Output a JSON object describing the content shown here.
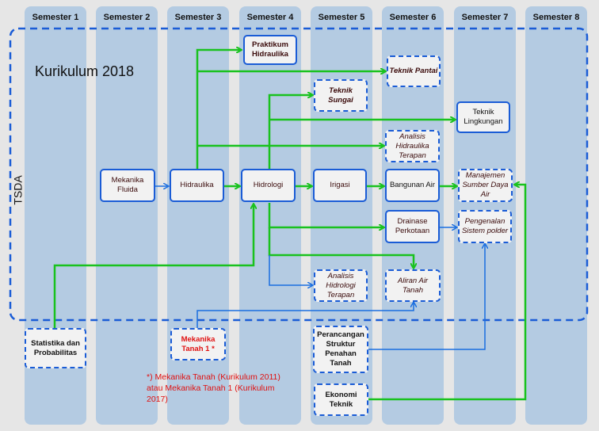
{
  "semesters": [
    "Semester 1",
    "Semester 2",
    "Semester 3",
    "Semester 4",
    "Semester 5",
    "Semester 6",
    "Semester 7",
    "Semester 8"
  ],
  "title": "Kurikulum 2018",
  "group_label": "TSDA",
  "colors": {
    "column": "#b4cbe2",
    "box_border": "#1a5cd6",
    "arrow_green": "#19c21e",
    "arrow_blue": "#1a6ee0",
    "note_red": "#e01010"
  },
  "nodes": {
    "praktikum_hidraulika": "Praktikum\nHidraulika",
    "teknik_pantai": "Teknik Pantai",
    "teknik_sungai": "Teknik Sungai",
    "teknik_lingkungan": "Teknik\nLingkungan",
    "analisis_hidraulika_terapan": "Analisis\nHidraulika\nTerapan",
    "mekanika_fluida": "Mekanika\nFluida",
    "hidraulika": "Hidraulika",
    "hidrologi": "Hidrologi",
    "irigasi": "Irigasi",
    "bangunan_air": "Bangunan Air",
    "manajemen_sda": "Manajemen\nSumber Daya\nAir",
    "drainase_perkotaan": "Drainase\nPerkotaan",
    "pengenalan_sistem_polder": "Pengenalan\nSistem polder",
    "analisis_hidrologi_terapan": "Analisis\nHidrologi\nTerapan",
    "aliran_air_tanah": "Aliran Air\nTanah",
    "statistika_probabilitas": "Statistika dan\nProbabilitas",
    "mekanika_tanah_1": "Mekanika\nTanah 1 *",
    "perancangan_struktur": "Perancangan\nStruktur\nPenahan\nTanah",
    "ekonomi_teknik": "Ekonomi\nTeknik"
  },
  "footnote": "*) Mekanika Tanah (Kurikulum 2011) atau Mekanika Tanah 1 (Kurikulum 2017)"
}
